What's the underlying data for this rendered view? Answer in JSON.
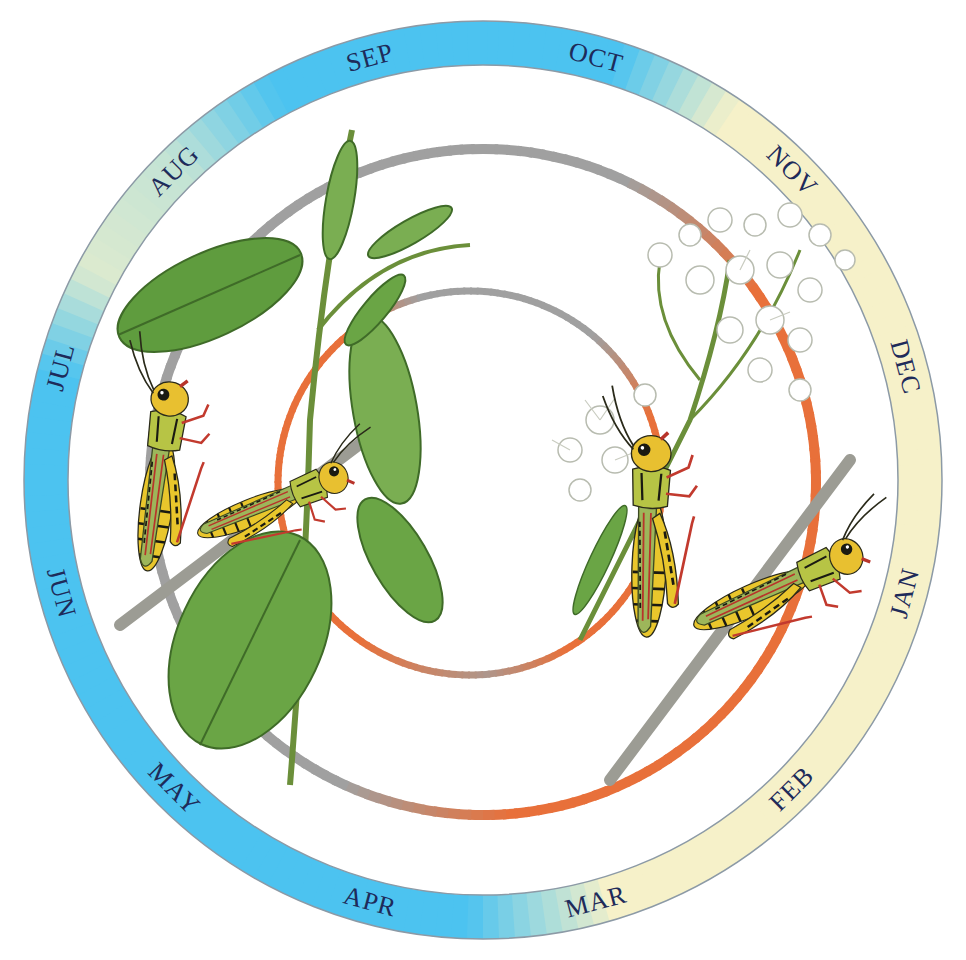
{
  "diagram": {
    "labels": [
      "JAN",
      "FEB",
      "MAR",
      "APR",
      "MAY",
      "JUN",
      "JUL",
      "AUG",
      "SEP",
      "OCT",
      "NOV",
      "DEC"
    ]
  }
}
